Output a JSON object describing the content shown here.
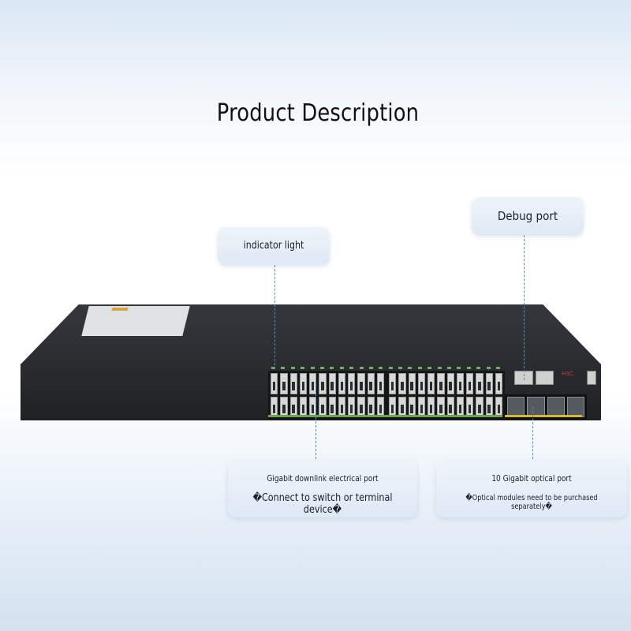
{
  "title": "Product Description",
  "callouts": {
    "indicator": "indicator light",
    "debug": "Debug port",
    "gigabit_title": "Gigabit downlink electrical port",
    "gigabit_note": "�Connect to switch or terminal device�",
    "tengig_title": "10 Gigabit optical port",
    "tengig_note": "�Optical modules need to be purchased separately�"
  },
  "device": {
    "brand": "H3C",
    "rj45_port_count": 48,
    "sfp_port_count": 4,
    "debug_port_count": 2
  },
  "colors": {
    "callout_bg": "#dfe9f4",
    "leader_line": "#5a8bb5",
    "chassis": "#2a2c30",
    "led_green": "#6fae5c",
    "sfp_bar": "#d5b83a"
  }
}
